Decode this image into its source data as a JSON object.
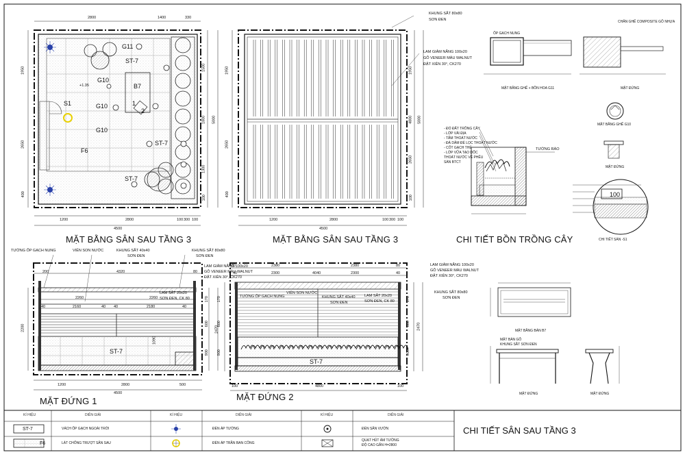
{
  "sheet_title": "CHI TIẾT SÂN SAU TẦNG 3",
  "plan1": {
    "title": "MẶT BẰNG SÂN SAU TẦNG 3",
    "tags": [
      "G11",
      "ST-7",
      "G10",
      "B7",
      "S1",
      "1",
      "G10",
      "2",
      "G10",
      "F6",
      "ST-7",
      "ST-7"
    ],
    "top_dims": [
      "2800",
      "1400",
      "330"
    ],
    "bottom_dims": [
      "1200",
      "2800",
      "100",
      "300",
      "100"
    ],
    "bottom_total": "4500",
    "left_dims": [
      "1950",
      "2650",
      "400"
    ],
    "right_dims": [
      "1500",
      "1800",
      "1300",
      "100"
    ],
    "right_total": "5000",
    "mark_label": "+1.35"
  },
  "plan2": {
    "title": "MẶT BẰNG SÂN SAU TẦNG 3",
    "left_dims": [
      "1950",
      "2650",
      "400"
    ],
    "right_dims": [
      "1950",
      "4800",
      "2650",
      "100"
    ],
    "right_total": "5000",
    "bottom_dims": [
      "1200",
      "2800",
      "100",
      "300",
      "100"
    ],
    "bottom_total": "4500",
    "notes": [
      "KHUNG SẮT 80x80",
      "SƠN ĐEN",
      "LAM GIẢM NẮNG 100x20",
      "GỖ VENEER MÀU WALNUT",
      "ĐẶT XIÊN 30°, CK270"
    ]
  },
  "detail_g11": {
    "label": "MẶT BẰNG GHẾ + BỒN HOA G11",
    "side_label": "MẶT ĐỨNG",
    "note": "CHÂN GHẾ COMPOSITE GỖ NHỰA",
    "note2": "ỐP GẠCH NUNG"
  },
  "detail_g10": {
    "label": "MẶT BẰNG GHẾ G10",
    "side_label": "MẶT ĐỨNG"
  },
  "planter": {
    "title": "CHI TIẾT BỒN TRỒNG CÂY",
    "wall": "TƯỜNG RÀO",
    "notes": [
      "- ĐỔ ĐẤT TRỒNG CÂY",
      "- LỚP VẢI ĐỊA",
      "- TẤM THOÁT NƯỚC",
      "- ĐÁ DĂM ĐỂ LỌC THOÁT NƯỚC",
      "- CỐT GẠCH THẺ",
      "- LỚP VỮA TẠO DỐC",
      "THOÁT NƯỚC VỀ PHỄU",
      "SÀN BTCT"
    ]
  },
  "s1": {
    "title": "CHI TIẾT SÀN -S1",
    "tag": "100"
  },
  "elev1": {
    "title": "MẶT ĐỨNG 1",
    "notes": [
      "TƯỜNG ỐP GẠCH NUNG",
      "VIÊN SON NƯỚC",
      "KHUNG SẮT 40x40",
      "SƠN ĐEN",
      "KHUNG SẮT 80x80",
      "SƠN ĐEN",
      "LAM GIẢM NẮNG 100x20",
      "GỖ VENEER MÀU WALNUT",
      "ĐẶT XIÊN 30°, CK270",
      "LAM SẮT 20x20",
      "SƠN ĐEN, CK 80"
    ],
    "tag": "ST-7",
    "dims_top": [
      "200",
      "4320",
      "80"
    ],
    "dims_row2": [
      "2260",
      "2260"
    ],
    "dims_row3": [
      "40",
      "2160",
      "40",
      "40",
      "2180",
      "40"
    ],
    "bottom_dims": [
      "1200",
      "2800",
      "500"
    ],
    "bottom_total": "4500",
    "left_dims": [
      "2200"
    ],
    "right_dims": [
      "170",
      "600",
      "900",
      "2470"
    ],
    "mid_dim": "1090"
  },
  "elev2": {
    "title": "MẶT ĐỨNG 2",
    "notes": [
      "TƯỜNG ỐP GẠCH NUNG",
      "VIÊN SON NƯỚC",
      "KHUNG SẮT 40x40",
      "SƠN ĐEN",
      "LAM SẮT 20x20",
      "SƠN ĐEN, CK 80",
      "LAM GIẢM NẮNG 100x20",
      "GỖ VENEER MÀU WALNUT",
      "ĐẶT XIÊN 30°, CK270",
      "KHUNG SẮT 80x80",
      "SƠN ĐEN"
    ],
    "tag": "ST-7",
    "dims_top": [
      "80",
      "2380",
      "2380",
      "80"
    ],
    "dims_row2": [
      "40",
      "2300",
      "4040",
      "2300",
      "40"
    ],
    "bottom_dims": [
      "100",
      "4800",
      "100"
    ],
    "left_dims": [
      "170",
      "600",
      "900",
      "2470"
    ],
    "right_dims": [
      "170",
      "600",
      "900",
      "2470"
    ]
  },
  "bench_b7": {
    "plan_label": "MẶT BẰNG BÀN B7",
    "elev_label": "MẶT ĐỨNG",
    "side_label": "MẶT ĐỨNG",
    "note1": "MẶT BÀN GỖ",
    "note2": "KHUNG SẮT SƠN ĐEN"
  },
  "legend": {
    "headers": [
      "KÍ HIỆU",
      "DIỄN GIẢI",
      "KÍ HIỆU",
      "DIỄN GIẢI",
      "KÍ HIỆU",
      "DIỄN GIẢI"
    ],
    "rows": [
      {
        "sym1": "ST-7",
        "desc1": "VÁCH ỐP GẠCH NGOÀI TRỜI",
        "desc2": "ĐÈN ÁP TƯỜNG",
        "desc3": "ĐÈN SÂN VƯỜN"
      },
      {
        "sym1": "F6",
        "desc1": "LÁT CHỐNG TRƯỢT SÂN SAU",
        "desc2": "ĐÈN ÁP TRẦN BAN CÔNG",
        "desc3": "QUẠT HÚT ẨM TƯỜNG",
        "desc3b": "ĐỘ CAO GẮN H=2800"
      }
    ]
  },
  "colors": {
    "line": "#111111",
    "hatch": "#777777",
    "light": "#bbbbbb",
    "lamp_blue": "#2840a8",
    "lamp_yellow": "#e8d000"
  }
}
